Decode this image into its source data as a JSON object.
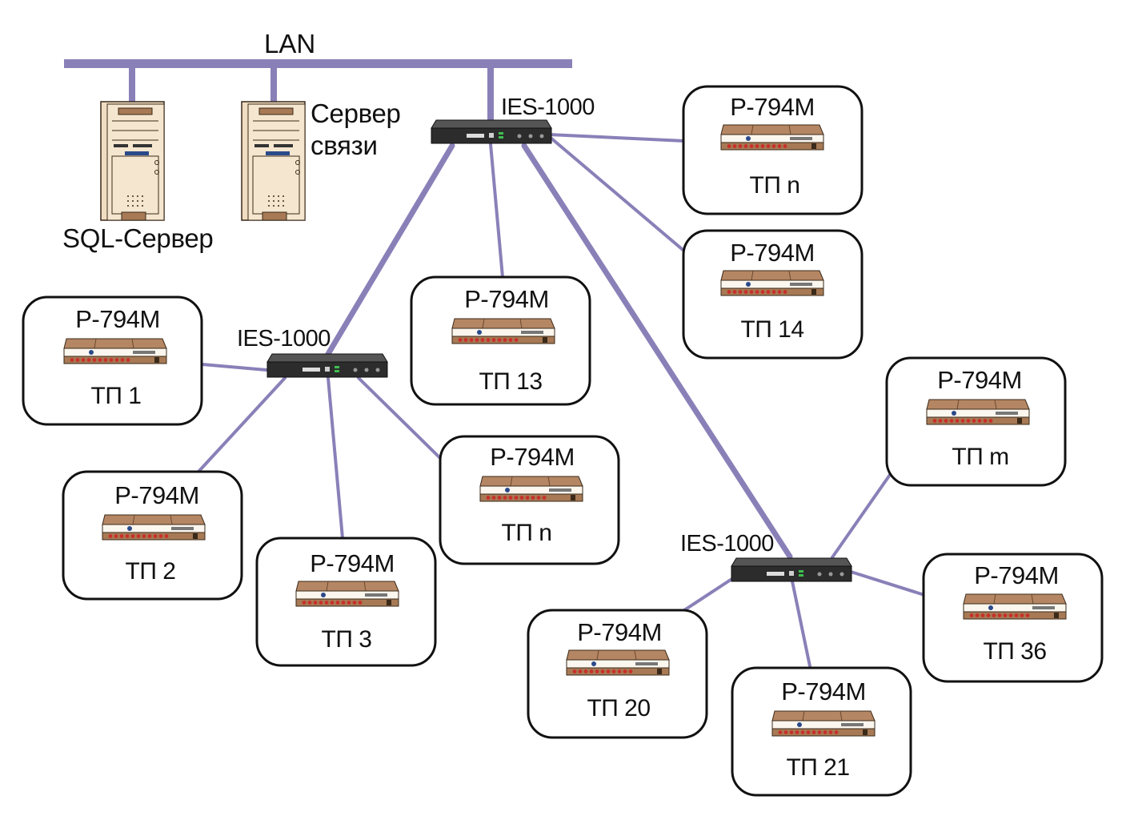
{
  "lan": {
    "label": "LAN"
  },
  "servers": [
    {
      "id": "sql",
      "label": "SQL-Сервер"
    },
    {
      "id": "comm",
      "label_line1": "Сервер",
      "label_line2": "связи"
    }
  ],
  "switches": [
    {
      "id": "sw-top",
      "label": "IES-1000"
    },
    {
      "id": "sw-left",
      "label": "IES-1000"
    },
    {
      "id": "sw-right",
      "label": "IES-1000"
    }
  ],
  "nodes": [
    {
      "id": "tp-n-top",
      "model": "P-794M",
      "name": "ТП n"
    },
    {
      "id": "tp-14",
      "model": "P-794M",
      "name": "ТП 14"
    },
    {
      "id": "tp-13",
      "model": "P-794M",
      "name": "ТП 13"
    },
    {
      "id": "tp-1",
      "model": "P-794M",
      "name": "ТП 1"
    },
    {
      "id": "tp-2",
      "model": "P-794M",
      "name": "ТП 2"
    },
    {
      "id": "tp-3",
      "model": "P-794M",
      "name": "ТП 3"
    },
    {
      "id": "tp-n-mid",
      "model": "P-794M",
      "name": "ТП n"
    },
    {
      "id": "tp-m",
      "model": "P-794M",
      "name": "ТП m"
    },
    {
      "id": "tp-36",
      "model": "P-794M",
      "name": "ТП 36"
    },
    {
      "id": "tp-20",
      "model": "P-794M",
      "name": "ТП 20"
    },
    {
      "id": "tp-21",
      "model": "P-794M",
      "name": "ТП 21"
    }
  ],
  "colors": {
    "link": "#8a80b8",
    "node_border": "#111111",
    "device_body": "#a77a55",
    "switch_body": "#333333",
    "server_body": "#f0ddc2"
  }
}
